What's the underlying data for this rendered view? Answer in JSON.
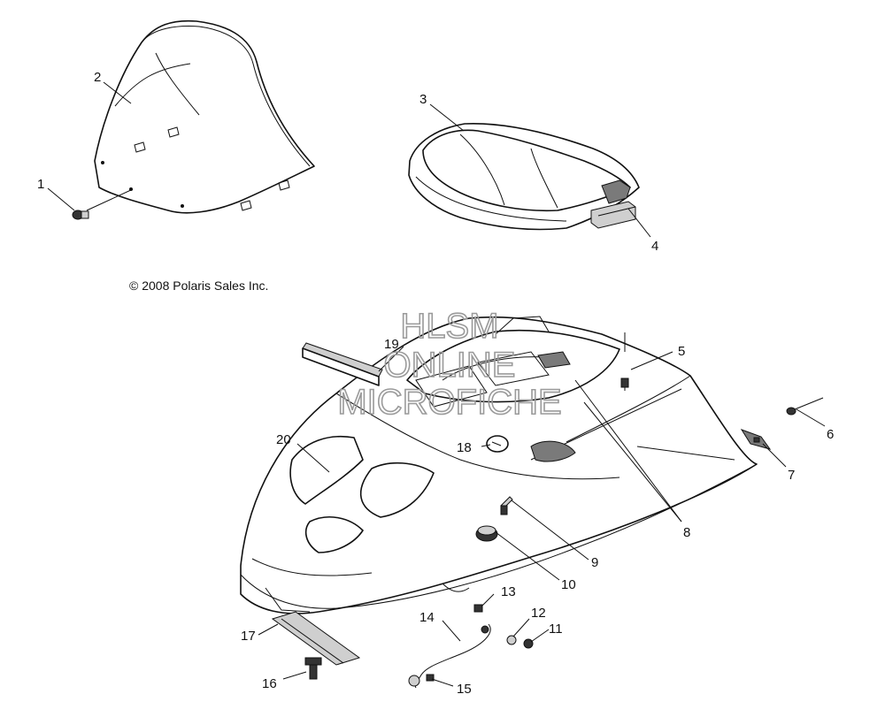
{
  "diagram": {
    "copyright": "© 2008 Polaris Sales Inc.",
    "watermark": [
      "HLSM",
      "ONLINE",
      "MICROFICHE"
    ],
    "callouts": [
      "1",
      "2",
      "3",
      "4",
      "5",
      "6",
      "7",
      "8",
      "9",
      "10",
      "11",
      "12",
      "13",
      "14",
      "15",
      "16",
      "17",
      "18",
      "19",
      "20"
    ]
  }
}
